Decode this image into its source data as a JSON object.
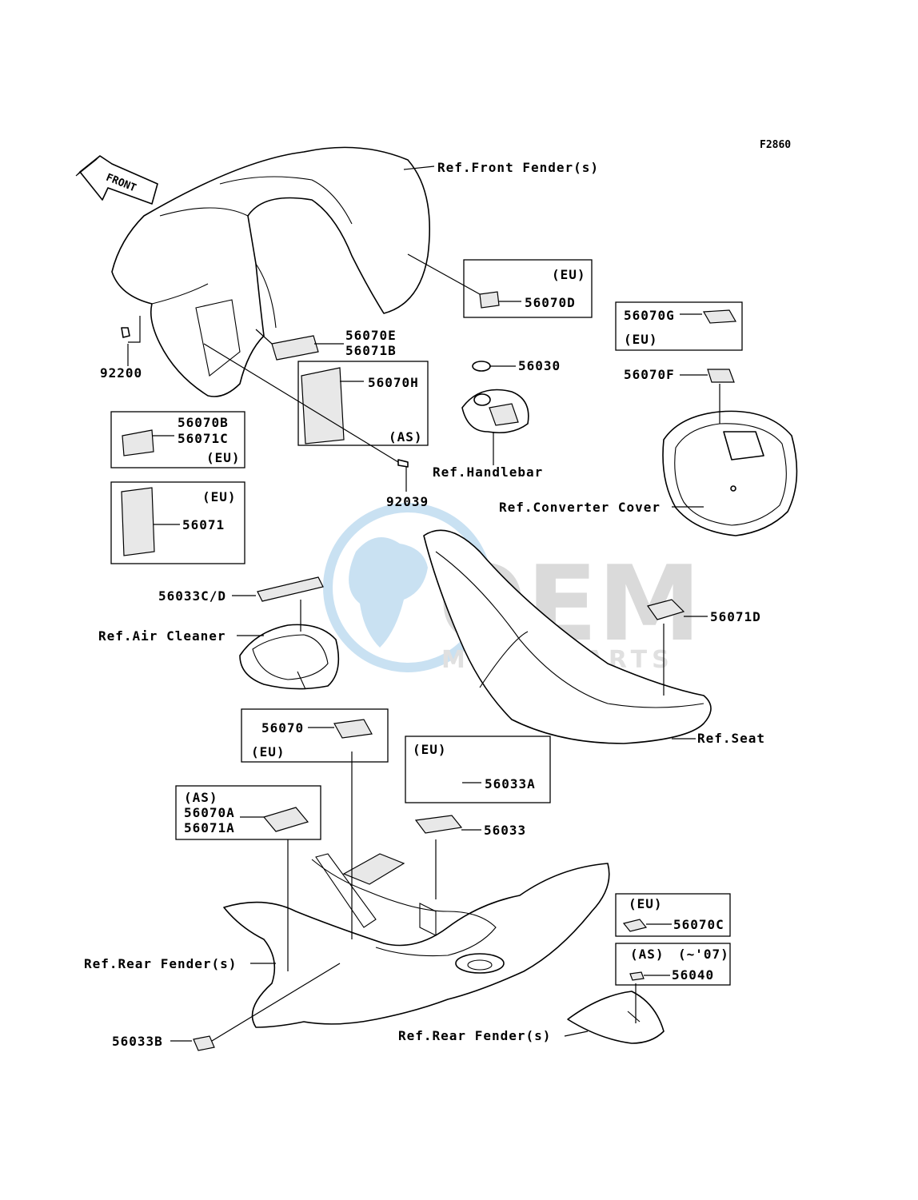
{
  "figure_code": "F2860",
  "front_arrow": "FRONT",
  "watermark": {
    "brand": "OEM",
    "subtitle": "MOTORPARTS",
    "color": "#9ec9e8"
  },
  "labels": {
    "ref_front_fender": "Ref.Front Fender(s)",
    "p56070D": "56070D",
    "eu_56070D": "(EU)",
    "p56070G": "56070G",
    "eu_56070G": "(EU)",
    "p56070E": "56070E",
    "p56071B": "56071B",
    "p92200": "92200",
    "p56030": "56030",
    "p56070H": "56070H",
    "as_56070H": "(AS)",
    "p56070F": "56070F",
    "p56070B": "56070B",
    "p56071C": "56071C",
    "eu_56070B": "(EU)",
    "ref_handlebar": "Ref.Handlebar",
    "p92039": "92039",
    "ref_converter_cover": "Ref.Converter Cover",
    "eu_56071": "(EU)",
    "p56071": "56071",
    "p56033CD": "56033C/D",
    "p56071D": "56071D",
    "ref_air_cleaner": "Ref.Air Cleaner",
    "p56070": "56070",
    "eu_56070": "(EU)",
    "ref_seat": "Ref.Seat",
    "eu_56033A": "(EU)",
    "p56033A": "56033A",
    "as_56070A": "(AS)",
    "p56070A": "56070A",
    "p56071A": "56071A",
    "p56033": "56033",
    "eu_56070C": "(EU)",
    "p56070C": "56070C",
    "ref_rear_fender_1": "Ref.Rear Fender(s)",
    "as_56040": "(AS)",
    "note_56040": "(~'07)",
    "p56040": "56040",
    "p56033B": "56033B",
    "ref_rear_fender_2": "Ref.Rear Fender(s)"
  }
}
